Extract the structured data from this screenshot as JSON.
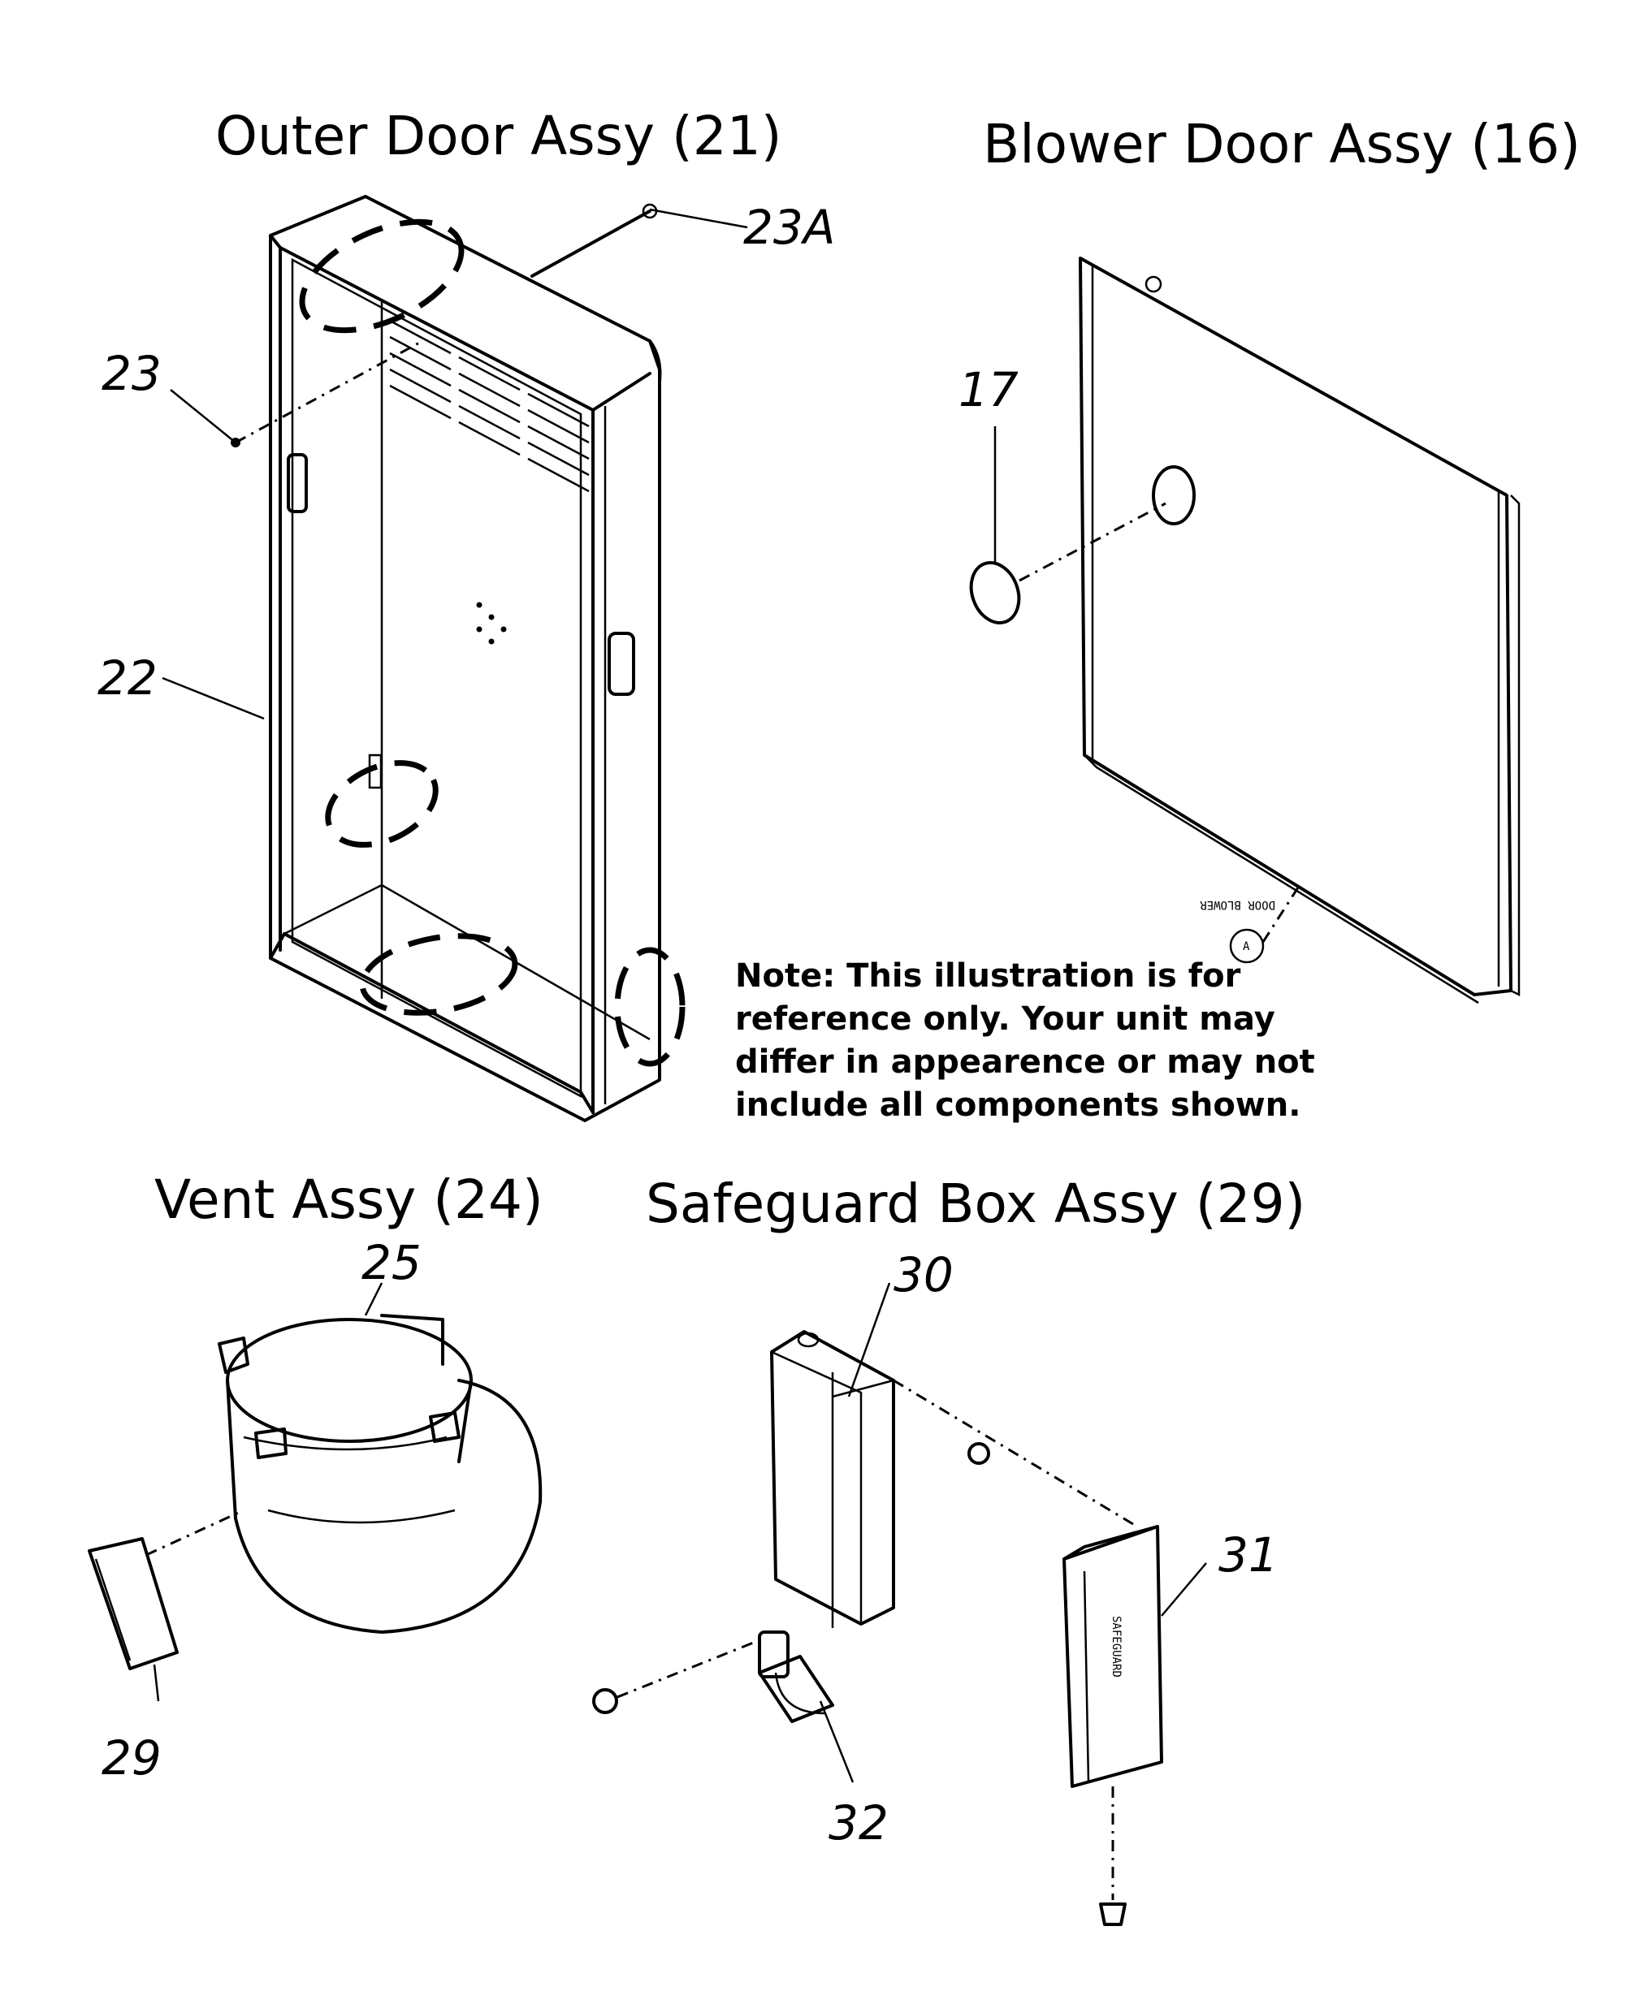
{
  "titles": {
    "outer_door": "Outer Door Assy (21)",
    "blower_door": "Blower Door Assy (16)",
    "vent": "Vent Assy (24)",
    "safeguard_box": "Safeguard Box Assy (29)"
  },
  "callouts": {
    "c23a": "23A",
    "c23": "23",
    "c22": "22",
    "c17": "17",
    "c25": "25",
    "c29": "29",
    "c30": "30",
    "c31": "31",
    "c32": "32"
  },
  "note": {
    "line1": "Note: This illustration is for",
    "line2": "reference only. Your unit may",
    "line3": "differ in appearence or may not",
    "line4": "include all components shown."
  },
  "panel_labels": {
    "door_label_a": "DOOR BLOWER",
    "door_label_b": "A"
  }
}
